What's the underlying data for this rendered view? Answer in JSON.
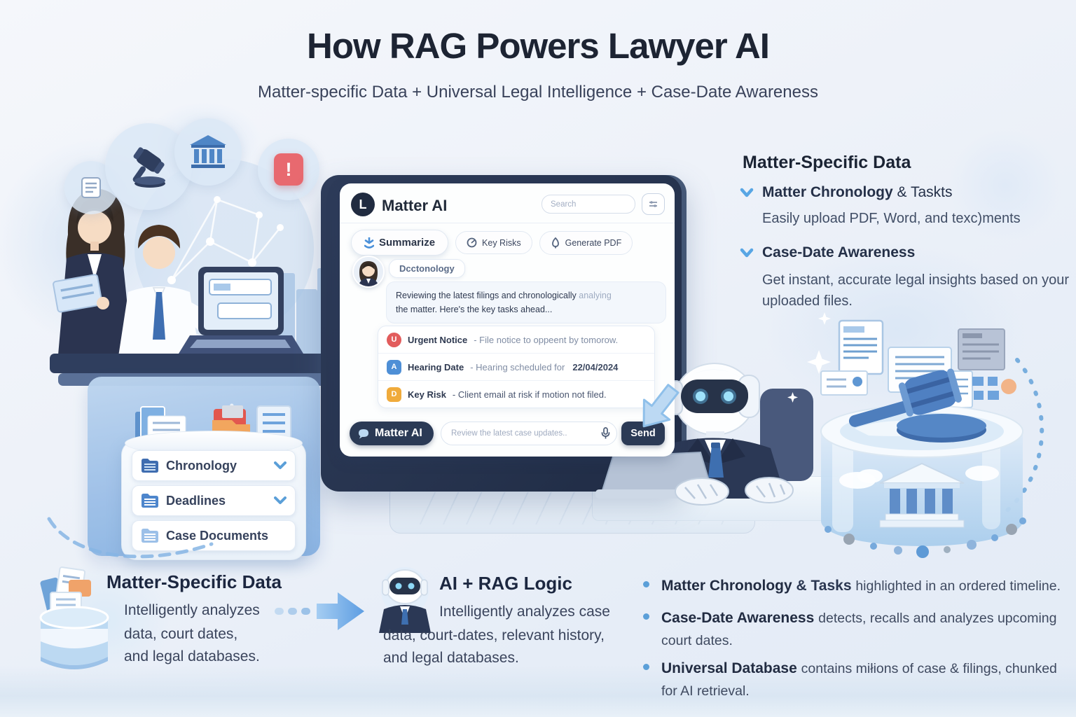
{
  "page": {
    "title": "How RAG Powers Lawyer AI",
    "subtitle": "Matter-specific Data + Universal Legal Intelligence + Case-Date Awareness"
  },
  "win": {
    "logo_letter": "L",
    "app_name": "Matter AI",
    "search_placeholder": "Search",
    "toolbar": {
      "summarize": "Summarize",
      "key_risks": "Key Risks",
      "generate_pdf": "Generate PDF"
    },
    "chat": {
      "sender_label": "Dcctonology",
      "msg_dark": "Reviewing the latest filings and chronologically",
      "msg_light": " analying",
      "msg_line2": "the matter. Here's the key tasks ahead...",
      "tasks": [
        {
          "badge": "U",
          "title": "Urgent Notice",
          "desc": " - File notice to oppeent by tomorow.",
          "extra": ""
        },
        {
          "badge": "A",
          "title": "Hearing Date",
          "desc": " - Hearing scheduled for ",
          "extra": "22/04/2024"
        },
        {
          "badge": "D",
          "title": "Key Risk",
          "desc": " - Client email at risk if motion not filed.",
          "extra": ""
        }
      ]
    },
    "composer": {
      "brand": "Matter AI",
      "placeholder": "Review the latest case updates..",
      "send": "Send"
    }
  },
  "alert_exclamation": "!",
  "right_panel": {
    "heading": "Matter-Specific Data",
    "items": [
      {
        "title_bold": "Matter Chronology",
        "title_rest": " & Taskts",
        "desc": "Easily upload PDF, Word, and texc)ments"
      },
      {
        "title_bold": "Case-Date Awareness",
        "title_rest": "",
        "desc": "Get instant, accurate legal insights based on your uploaded files."
      }
    ]
  },
  "drawer": {
    "items": [
      {
        "label": "Chronology"
      },
      {
        "label": "Deadlines"
      },
      {
        "label": "Case Documents"
      }
    ]
  },
  "bottom": {
    "left": {
      "heading": "Matter-Specific Data",
      "line1": "Intelligently analyzes",
      "line2": "data, court dates,",
      "line3": "and legal databases."
    },
    "mid": {
      "heading": "AI + RAG Logic",
      "line1": "Intelligently analyzes case",
      "line2": "data, court-dates, relevant history,",
      "line3": "and legal databases."
    },
    "bullets": [
      {
        "bold": "Matter Chronology",
        "mid": " & Tasks ",
        "rest": "highlighted in an ordered timeline."
      },
      {
        "bold": "Case-Date Awareness",
        "mid": " ",
        "rest": "detects, recalls and analyzes upcoming court dates."
      },
      {
        "bold": "Universal Database",
        "mid": " ",
        "rest": "contains miłions of case & filings, chunked for AI retrieval."
      }
    ]
  },
  "colors": {
    "heading_navy": "#1d2433",
    "body_slate": "#3a445c",
    "accent_blue": "#5b9fd8",
    "dark_ui_navy": "#2b3a55",
    "alert_red": "#e25c5c",
    "badge_blue": "#4e8fd6",
    "badge_orange": "#f0ab3c",
    "panel_blue": "#9dc0e8"
  }
}
